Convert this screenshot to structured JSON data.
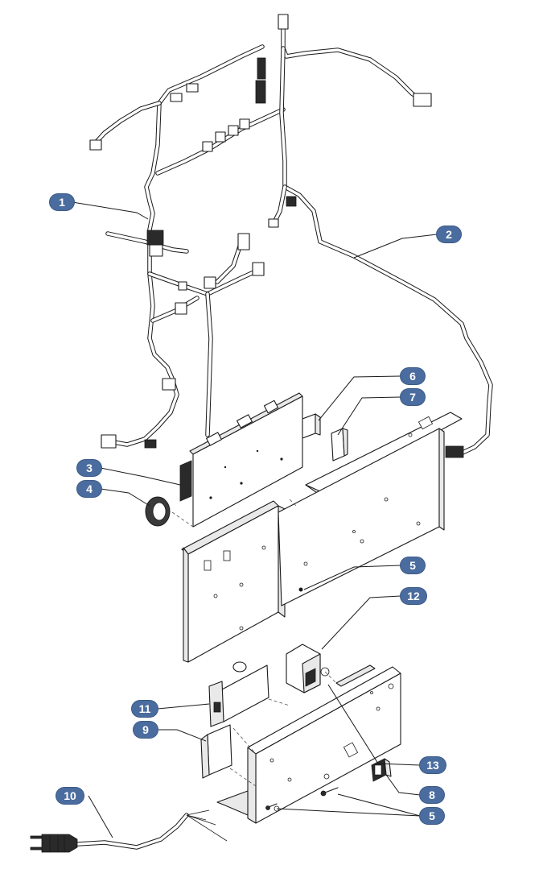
{
  "callouts": [
    {
      "id": "c1",
      "label": "1"
    },
    {
      "id": "c2",
      "label": "2"
    },
    {
      "id": "c3",
      "label": "3"
    },
    {
      "id": "c4",
      "label": "4"
    },
    {
      "id": "c5a",
      "label": "5"
    },
    {
      "id": "c5b",
      "label": "5"
    },
    {
      "id": "c6",
      "label": "6"
    },
    {
      "id": "c7",
      "label": "7"
    },
    {
      "id": "c8",
      "label": "8"
    },
    {
      "id": "c9",
      "label": "9"
    },
    {
      "id": "c10",
      "label": "10"
    },
    {
      "id": "c11",
      "label": "11"
    },
    {
      "id": "c12",
      "label": "12"
    },
    {
      "id": "c13",
      "label": "13"
    }
  ],
  "colors": {
    "callout_fill": "#4a6c9e",
    "callout_text": "#ffffff",
    "line": "#1a1a1a"
  }
}
